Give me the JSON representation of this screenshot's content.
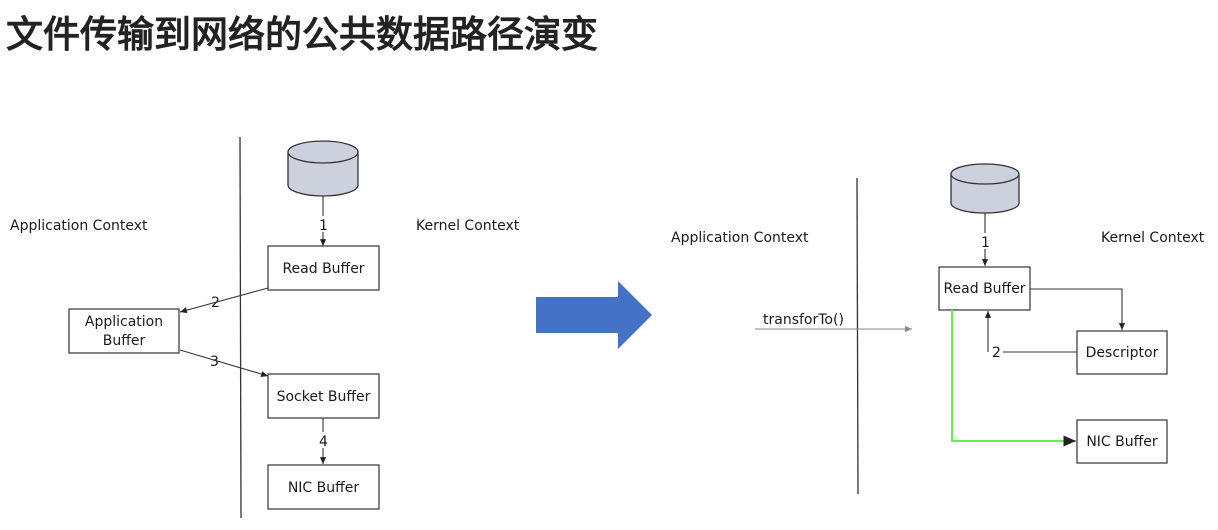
{
  "title": "文件传输到网络的公共数据路径演变",
  "colors": {
    "arrow_fill": "#4472c4",
    "green_path": "#66ee55",
    "line": "#333333",
    "disk_fill": "#cdd1de"
  },
  "left": {
    "app_context": "Application Context",
    "kernel_context": "Kernel Context",
    "read_buffer": "Read Buffer",
    "app_buffer_line1": "Application",
    "app_buffer_line2": "Buffer",
    "socket_buffer": "Socket Buffer",
    "nic_buffer": "NIC Buffer",
    "step1": "1",
    "step2": "2",
    "step3": "3",
    "step4": "4"
  },
  "right": {
    "app_context": "Application Context",
    "kernel_context": "Kernel Context",
    "read_buffer": "Read Buffer",
    "descriptor": "Descriptor",
    "nic_buffer": "NIC Buffer",
    "call_label": "transforTo()",
    "step1": "1",
    "step2": "2"
  }
}
